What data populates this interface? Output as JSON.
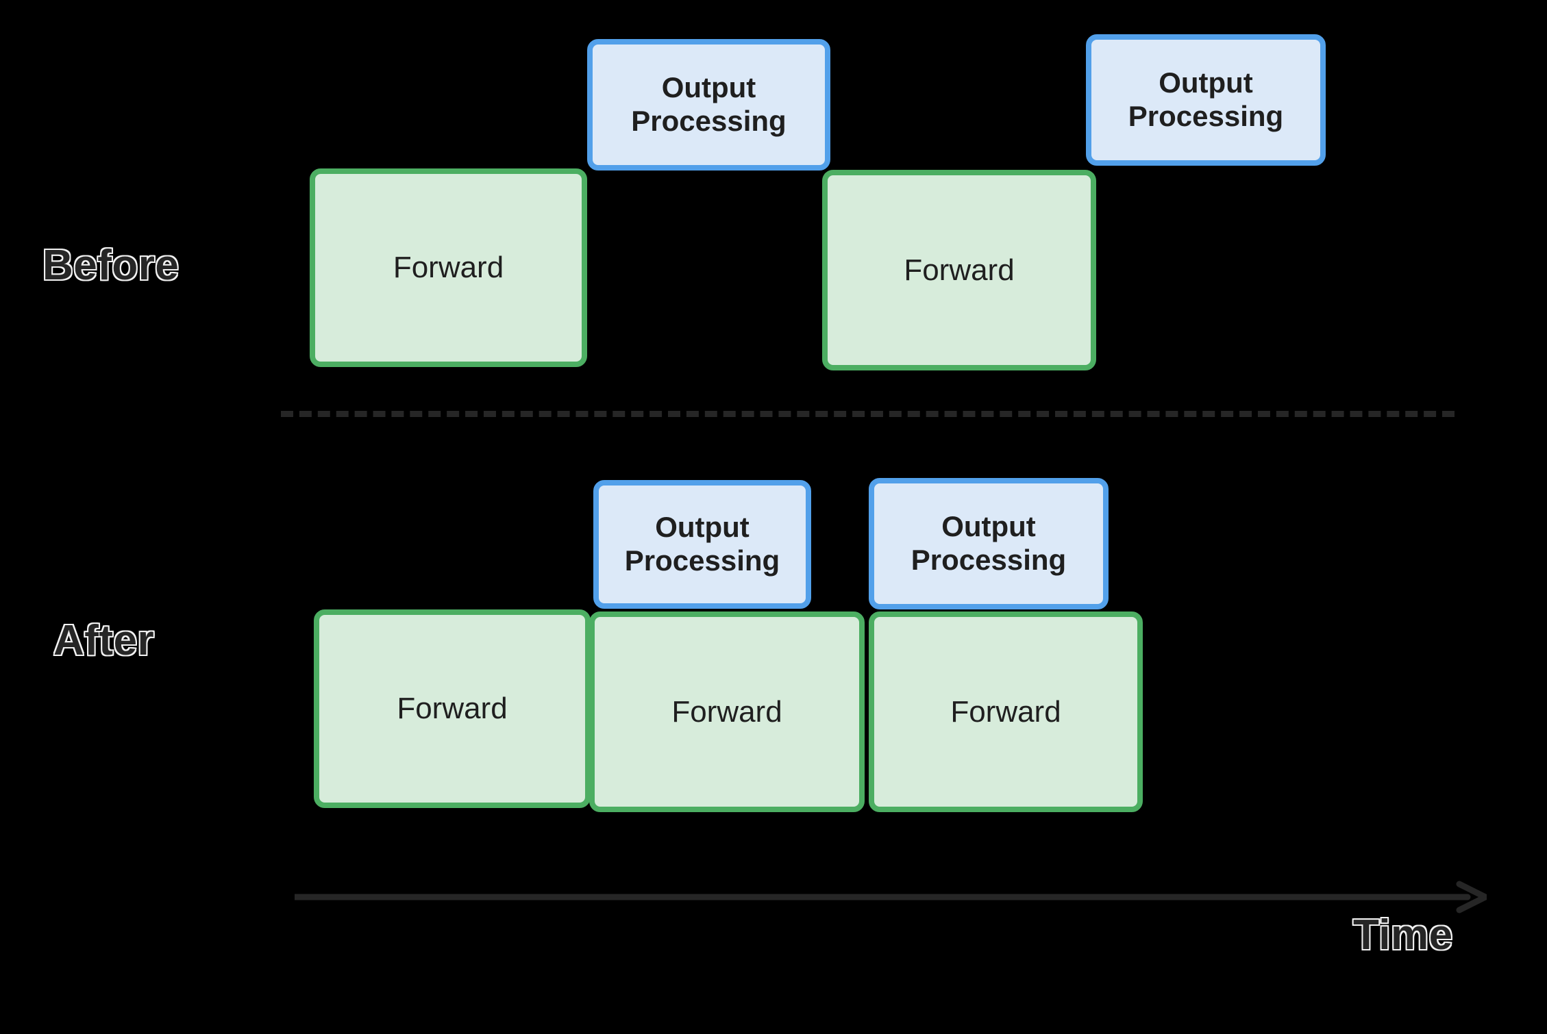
{
  "diagram": {
    "title": "Before and After output-processing overlap timeline",
    "background_color": "#000000",
    "colors": {
      "forward_fill": "#d7ecdb",
      "forward_border": "#4cae62",
      "output_fill": "#dce9f8",
      "output_border": "#52a0ea",
      "divider": "#262626",
      "axis": "#262626",
      "label_fill": "#262626",
      "label_outline": "#f2f2f2"
    },
    "labels": {
      "before": "Before",
      "after": "After",
      "time": "Time"
    },
    "rows": [
      {
        "name": "before",
        "label": "Before",
        "forward_blocks": [
          {
            "label": "Forward"
          },
          {
            "label": "Forward"
          }
        ],
        "output_blocks": [
          {
            "line1": "Output",
            "line2": "Processing"
          },
          {
            "line1": "Output",
            "line2": "Processing"
          }
        ]
      },
      {
        "name": "after",
        "label": "After",
        "forward_blocks": [
          {
            "label": "Forward"
          },
          {
            "label": "Forward"
          },
          {
            "label": "Forward"
          }
        ],
        "output_blocks": [
          {
            "line1": "Output",
            "line2": "Processing"
          },
          {
            "line1": "Output",
            "line2": "Processing"
          }
        ]
      }
    ],
    "axis": {
      "label": "Time",
      "direction": "left-to-right"
    }
  }
}
